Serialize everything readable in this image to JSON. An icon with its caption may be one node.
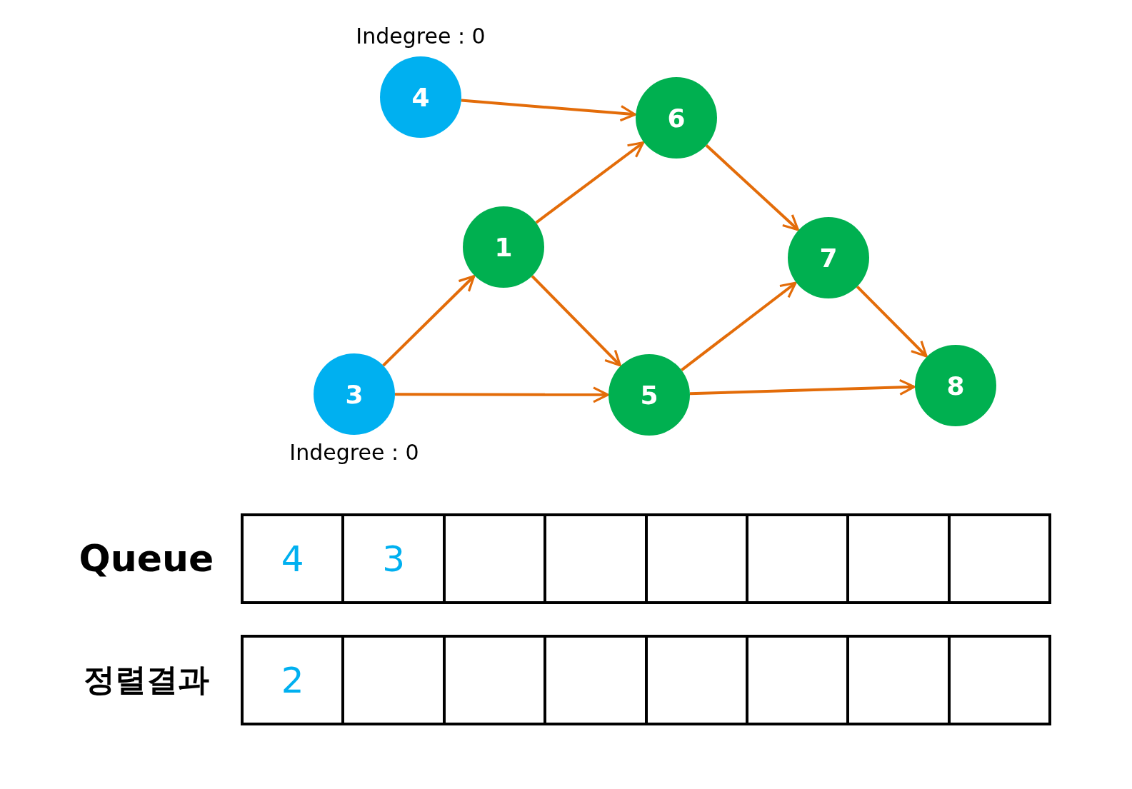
{
  "diagram": {
    "nodes": [
      {
        "text": [
          "4"
        ],
        "beside": [
          "Indegree : 0"
        ]
      },
      {
        "text": [
          "6"
        ]
      },
      {
        "text": [
          "1"
        ]
      },
      {
        "text": [
          "7"
        ]
      },
      {
        "text": [
          "3"
        ],
        "beside": [
          "Indegree : 0"
        ]
      },
      {
        "text": [
          "5"
        ]
      },
      {
        "text": [
          "8"
        ]
      }
    ],
    "edges": [
      {
        "from": 0,
        "to": 1,
        "arrow": "to"
      },
      {
        "from": 2,
        "to": 1,
        "arrow": "to"
      },
      {
        "from": 1,
        "to": 3,
        "arrow": "to"
      },
      {
        "from": 4,
        "to": 2,
        "arrow": "to"
      },
      {
        "from": 2,
        "to": 5,
        "arrow": "to"
      },
      {
        "from": 4,
        "to": 5,
        "arrow": "to"
      },
      {
        "from": 5,
        "to": 3,
        "arrow": "to"
      },
      {
        "from": 3,
        "to": 6,
        "arrow": "to"
      },
      {
        "from": 5,
        "to": 6,
        "arrow": "to"
      }
    ],
    "labels": [
      "Queue",
      "4",
      "3",
      "정렬결과",
      "2"
    ]
  }
}
